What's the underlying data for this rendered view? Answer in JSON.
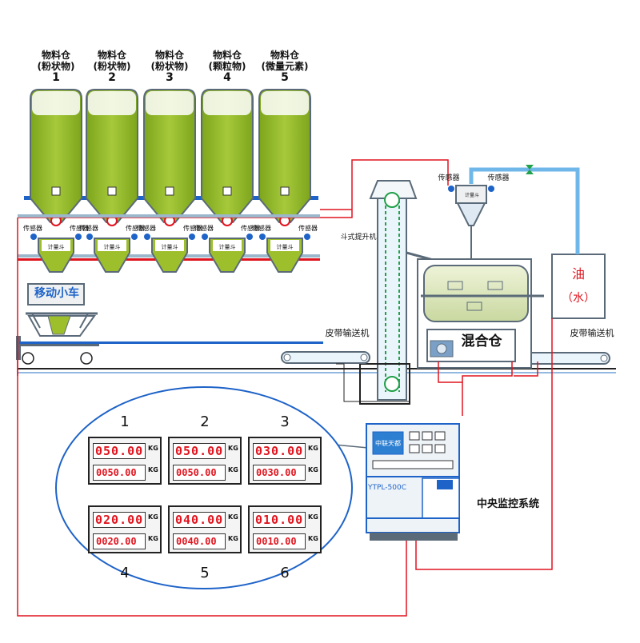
{
  "silos": [
    {
      "name": "物料仓",
      "type": "(粉状物)",
      "number": "1"
    },
    {
      "name": "物料仓",
      "type": "(粉状物)",
      "number": "2"
    },
    {
      "name": "物料仓",
      "type": "(粉状物)",
      "number": "3"
    },
    {
      "name": "物料仓",
      "type": "(颗粒物)",
      "number": "4"
    },
    {
      "name": "物料仓",
      "type": "(微量元素)",
      "number": "5"
    }
  ],
  "labels": {
    "sensor": "传感器",
    "hopper": "计量斗",
    "cart": "移动小车",
    "bucket_elevator": "斗式提升机",
    "belt_left": "皮带输送机",
    "belt_right": "皮带输送机",
    "mixer": "混合仓",
    "oil_tank": "油",
    "oil_tank_sub": "（水）",
    "control_system": "中央监控系统",
    "controller_model": "YTPL-500C",
    "controller_logo": "中联天都"
  },
  "displays": [
    {
      "number": "1",
      "set_value": "050.00",
      "actual_value": "0050.00",
      "unit": "KG"
    },
    {
      "number": "2",
      "set_value": "050.00",
      "actual_value": "0050.00",
      "unit": "KG"
    },
    {
      "number": "3",
      "set_value": "030.00",
      "actual_value": "0030.00",
      "unit": "KG"
    },
    {
      "number": "4",
      "set_value": "020.00",
      "actual_value": "0020.00",
      "unit": "KG"
    },
    {
      "number": "5",
      "set_value": "040.00",
      "actual_value": "0040.00",
      "unit": "KG"
    },
    {
      "number": "6",
      "set_value": "010.00",
      "actual_value": "0010.00",
      "unit": "KG"
    }
  ],
  "colors": {
    "silo_green": "#9ebf2c",
    "pipe_blue": "#1e63c8",
    "signal_red": "#e0141e",
    "frame_gray": "#5a6a78"
  }
}
